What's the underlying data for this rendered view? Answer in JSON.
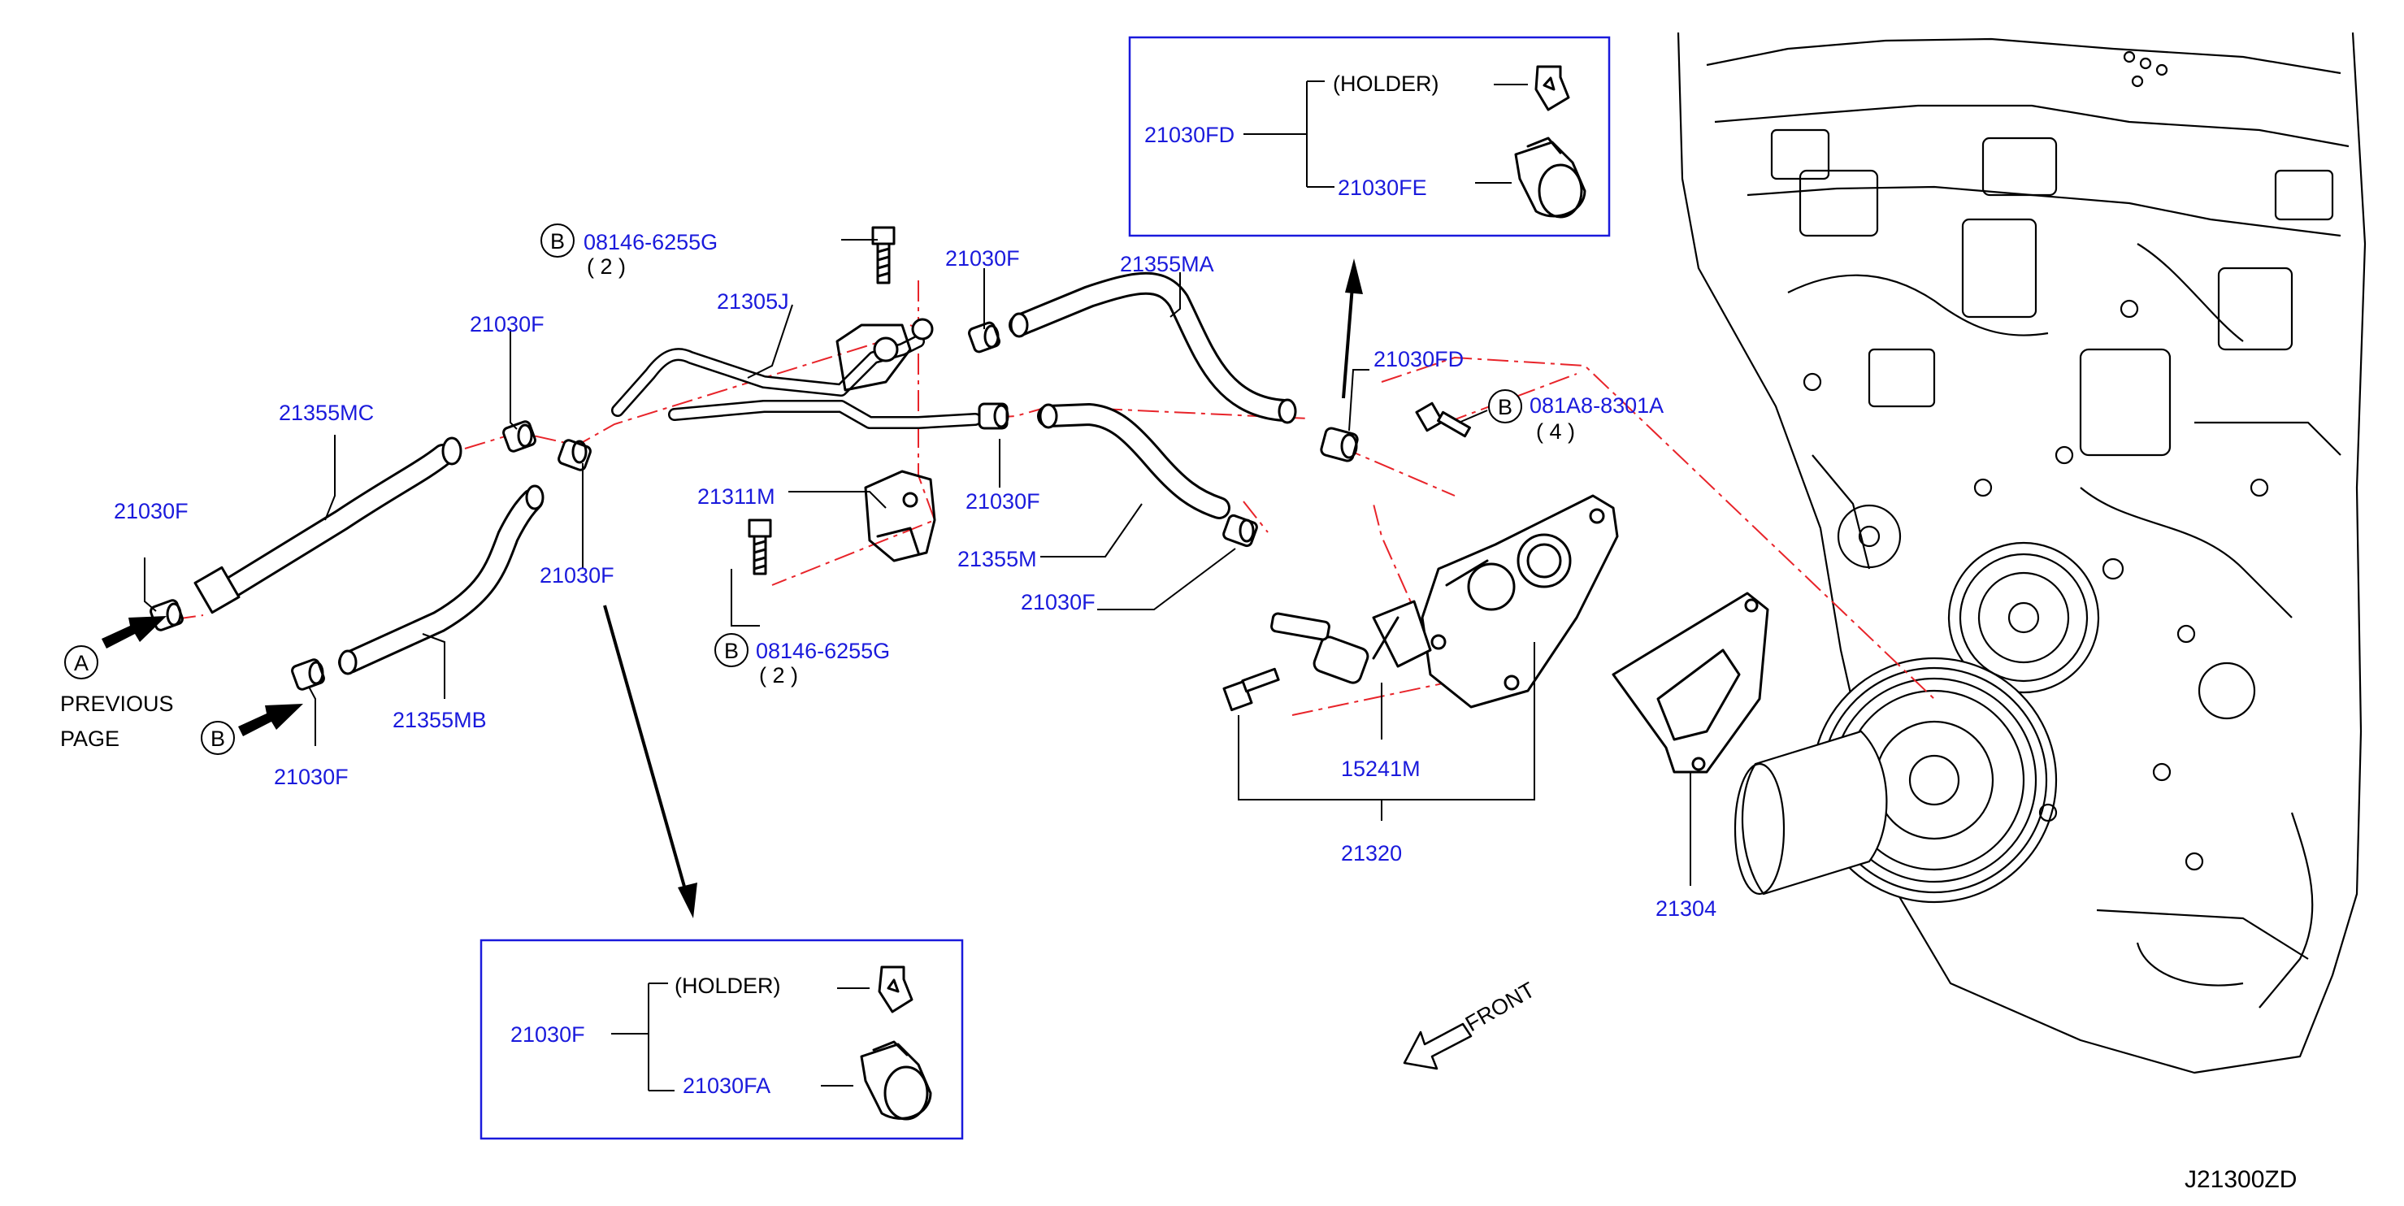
{
  "diagram_id": "J21300ZD",
  "callouts": {
    "c1": "21030F",
    "c2": "21355MC",
    "c3": "21030F",
    "c4": "08146-6255G",
    "c4_qty": "( 2 )",
    "c5": "21305J",
    "c6": "21030F",
    "c7": "21355MA",
    "c8": "21030FD",
    "c9": "081A8-8301A",
    "c9_qty": "( 4 )",
    "c10": "21311M",
    "c11": "21030F",
    "c12": "21030F",
    "c13": "21355M",
    "c14": "21030F",
    "c15": "08146-6255G",
    "c15_qty": "( 2 )",
    "c16": "21355MB",
    "c17": "21030F",
    "c18": "15241M",
    "c19": "21320",
    "c20": "21304"
  },
  "refs": {
    "a_marker": "A",
    "b_marker": "B",
    "bolt_marker": "B",
    "previous_line1": "PREVIOUS",
    "previous_line2": "PAGE"
  },
  "front_label": "FRONT",
  "detail_top": {
    "parent": "21030FD",
    "holder": "(HOLDER)",
    "child": "21030FE"
  },
  "detail_bottom": {
    "parent": "21030F",
    "holder": "(HOLDER)",
    "child": "21030FA"
  },
  "colors": {
    "part_number": "#1a1adc",
    "centerline": "#e8242a",
    "line": "#000000"
  }
}
